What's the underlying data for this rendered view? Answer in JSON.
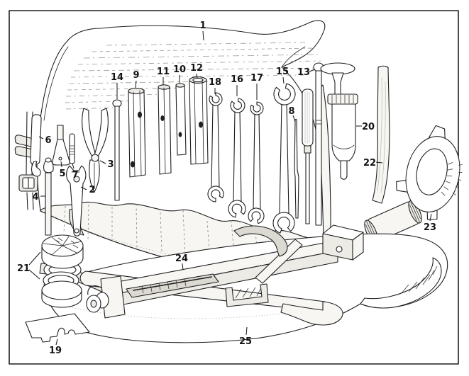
{
  "figure": {
    "kind": "tool-kit-parts-diagram",
    "colors": {
      "ink": "#1f1f1f",
      "paper": "#ffffff"
    },
    "labels": [
      "1",
      "2",
      "3",
      "4",
      "5",
      "6",
      "7",
      "8",
      "9",
      "10",
      "11",
      "12",
      "13",
      "14",
      "15",
      "16",
      "17",
      "18",
      "19",
      "20",
      "21",
      "22",
      "23",
      "24",
      "25"
    ]
  }
}
